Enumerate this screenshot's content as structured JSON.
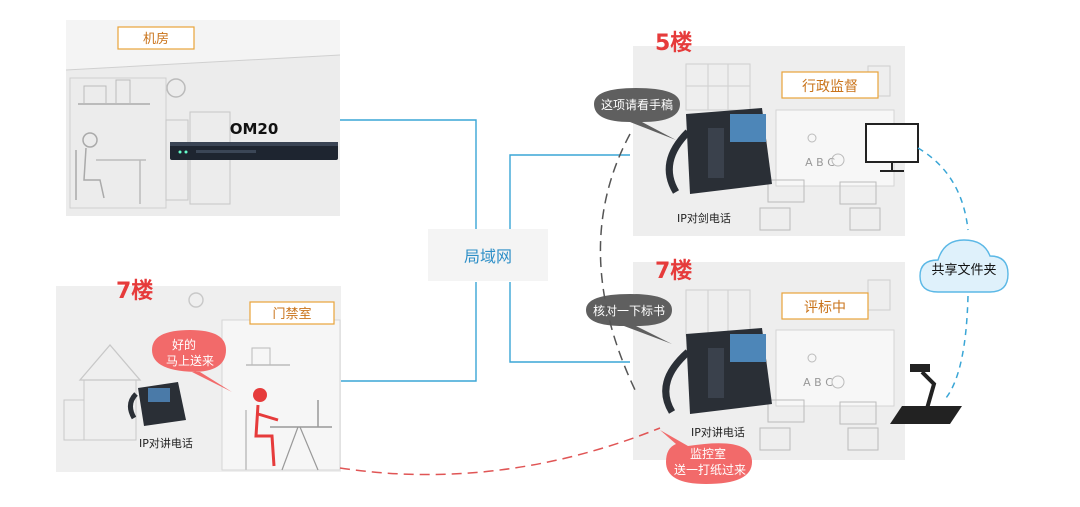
{
  "colors": {
    "sign_border": "#e8a33a",
    "sign_text": "#c9731a",
    "floor_red": "#e63b3b",
    "link_blue": "#3aa6d6",
    "cloud_blue": "#5bb8e6",
    "bubble_gray": "#5f5f5f",
    "bubble_pink": "#f26a6a",
    "dash_red": "#e05555",
    "scene_bg": "#ececec"
  },
  "server_room": {
    "sign": "机房",
    "device": "OM20"
  },
  "floor5": {
    "floor_label": "5楼",
    "sign": "行政监督",
    "speech": "这项请看手稿",
    "phone_caption": "IP对剑电话",
    "board_text": "A B C"
  },
  "floor7_right": {
    "floor_label": "7楼",
    "sign": "评标中",
    "speech": "核对一下标书",
    "phone_caption": "IP对讲电话",
    "board_text": "A B C",
    "reply_line1": "监控室",
    "reply_line2": "送一打纸过来"
  },
  "floor7_left": {
    "floor_label": "7楼",
    "sign": "门禁室",
    "reply_line1": "好的",
    "reply_line2": "马上送来",
    "phone_caption": "IP对讲电话"
  },
  "network": {
    "lan_label": "局域网"
  },
  "cloud": {
    "label": "共享文件夹",
    "icon": "cloud-icon"
  },
  "devices": {
    "monitor_icon": "monitor-icon",
    "scanner_icon": "document-camera-icon"
  }
}
